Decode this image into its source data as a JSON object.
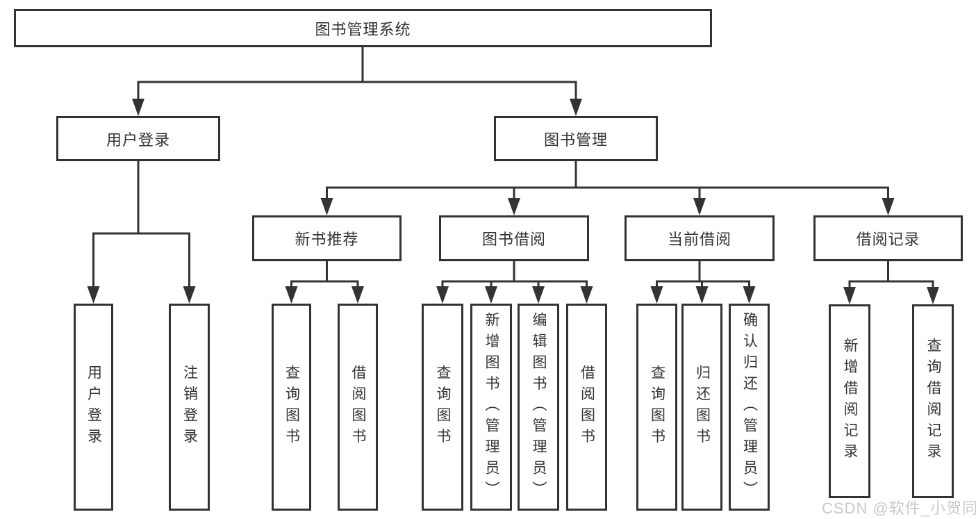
{
  "diagram": {
    "type": "hierarchy-tree",
    "colors": {
      "line": "#333333",
      "node_border": "#333333",
      "node_background": "#ffffff",
      "text": "#333333",
      "background": "#ffffff",
      "watermark": "#c9c9c9"
    }
  },
  "tree": {
    "label": "图书管理系统",
    "children": [
      {
        "label": "用户登录",
        "children": [
          {
            "label": "用户登录"
          },
          {
            "label": "注销登录"
          }
        ]
      },
      {
        "label": "图书管理",
        "children": [
          {
            "label": "新书推荐",
            "children": [
              {
                "label": "查询图书"
              },
              {
                "label": "借阅图书"
              }
            ]
          },
          {
            "label": "图书借阅",
            "children": [
              {
                "label": "查询图书"
              },
              {
                "label": "新增图书（管理员）"
              },
              {
                "label": "编辑图书（管理员）"
              },
              {
                "label": "借阅图书"
              }
            ]
          },
          {
            "label": "当前借阅",
            "children": [
              {
                "label": "查询图书"
              },
              {
                "label": "归还图书"
              },
              {
                "label": "确认归还（管理员）"
              }
            ]
          },
          {
            "label": "借阅记录",
            "children": [
              {
                "label": "新增借阅记录"
              },
              {
                "label": "查询借阅记录"
              }
            ]
          }
        ]
      }
    ]
  },
  "watermark": {
    "text": "CSDN @软件_小贺同学"
  }
}
